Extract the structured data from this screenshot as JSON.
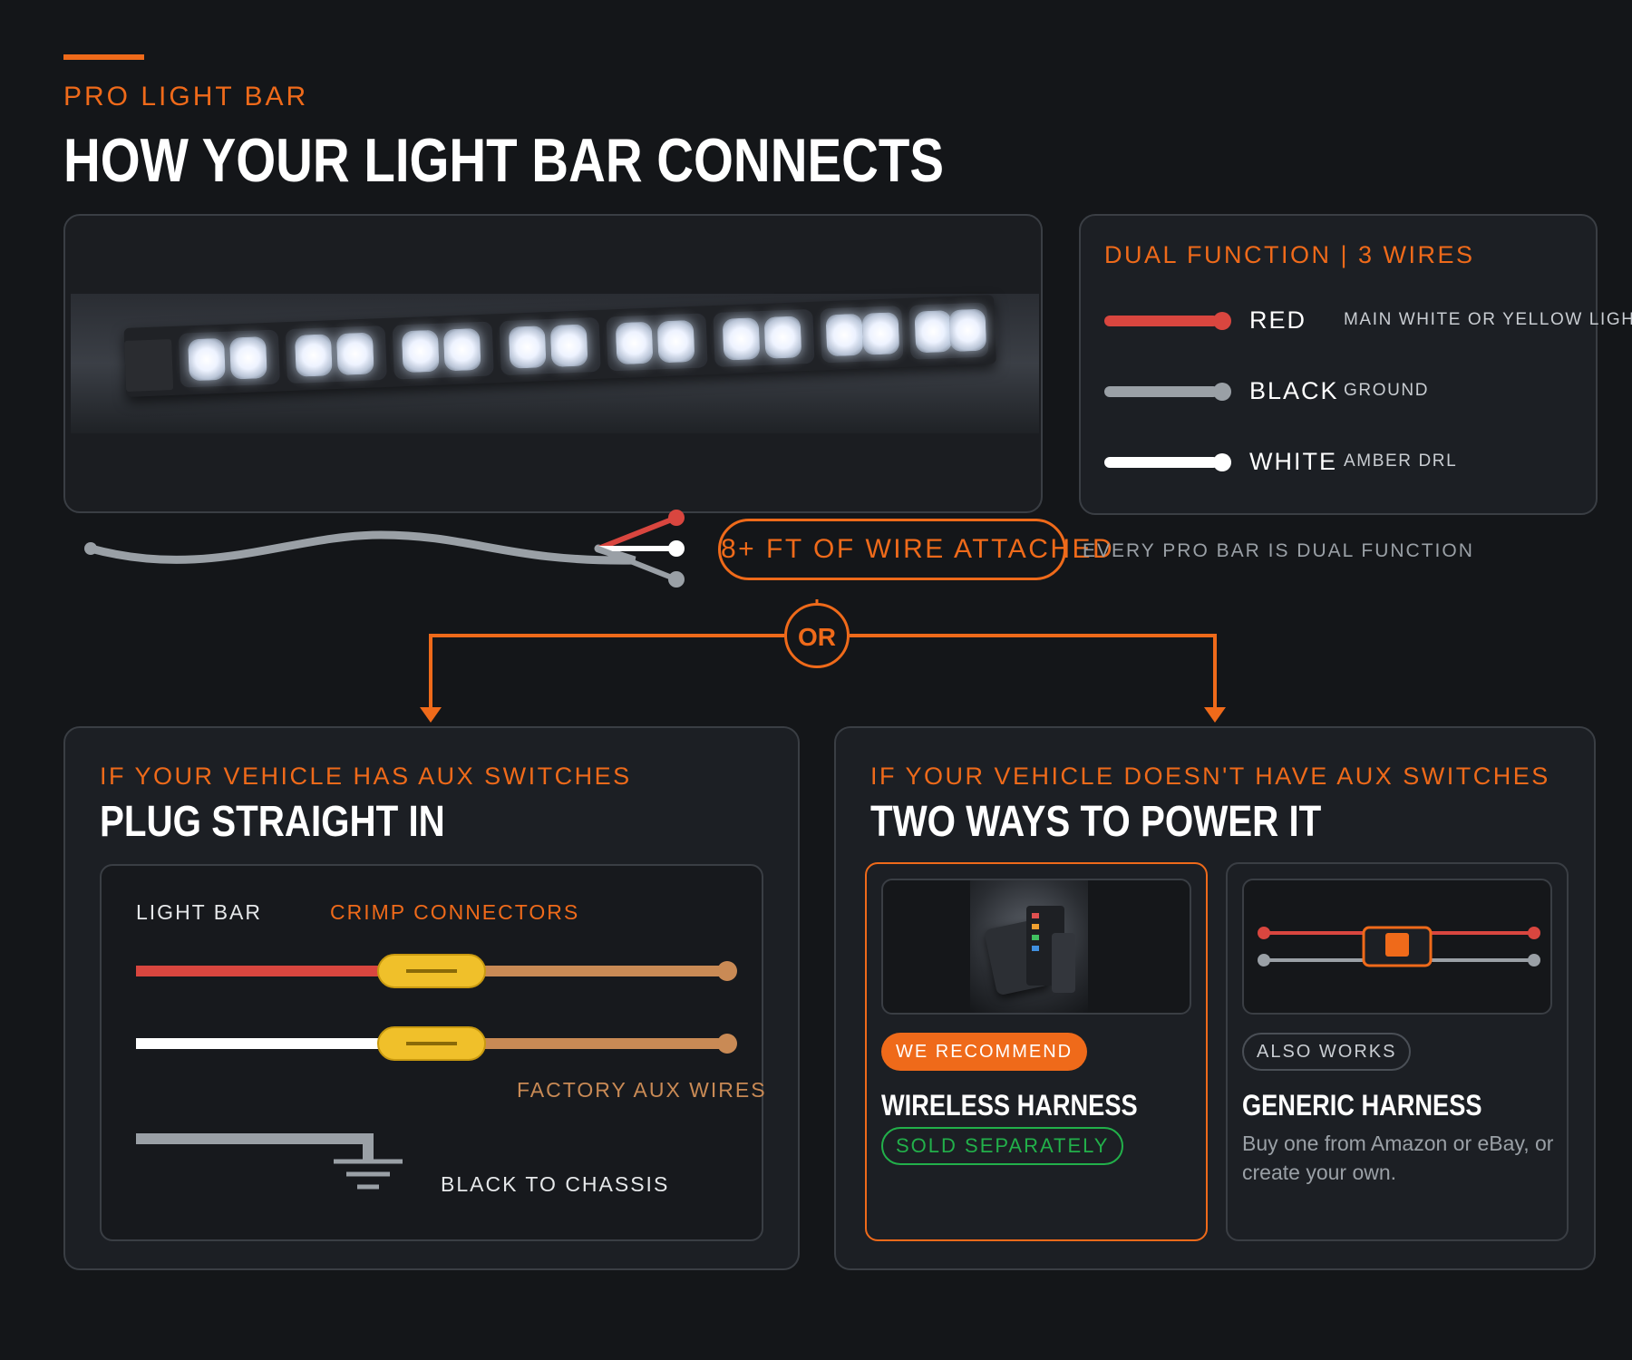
{
  "header": {
    "eyebrow": "PRO LIGHT BAR",
    "title": "HOW YOUR LIGHT BAR CONNECTS"
  },
  "legend": {
    "title": "DUAL FUNCTION  |  3 WIRES",
    "wires": [
      {
        "name": "RED",
        "description": "MAIN WHITE OR YELLOW LIGHT",
        "color": "#d9463f"
      },
      {
        "name": "BLACK",
        "description": "GROUND",
        "color": "#9aa0a6"
      },
      {
        "name": "WHITE",
        "description": "AMBER DRL",
        "color": "#ffffff"
      }
    ]
  },
  "wire_pill": "8+ FT OF WIRE ATTACHED",
  "dual_note": "EVERY PRO BAR IS DUAL FUNCTION",
  "or_label": "OR",
  "left_card": {
    "eyebrow": "IF YOUR VEHICLE HAS AUX SWITCHES",
    "title": "PLUG STRAIGHT IN",
    "label_light_bar": "LIGHT BAR",
    "label_crimp": "CRIMP CONNECTORS",
    "label_factory": "FACTORY AUX WIRES",
    "label_chassis": "BLACK TO CHASSIS"
  },
  "right_card": {
    "eyebrow": "IF YOUR VEHICLE DOESN'T HAVE AUX SWITCHES",
    "title": "TWO WAYS TO POWER IT",
    "option_a": {
      "badge": "WE RECOMMEND",
      "title": "WIRELESS HARNESS",
      "status": "SOLD SEPARATELY"
    },
    "option_b": {
      "badge": "ALSO WORKS",
      "title": "GENERIC HARNESS",
      "description": "Buy one from Amazon or eBay, or create your own."
    }
  },
  "colors": {
    "accent": "#ef6a1a",
    "red_wire": "#d9463f",
    "black_wire": "#9aa0a6",
    "white_wire": "#ffffff",
    "factory_wire": "#c98a55",
    "crimp": "#f0c02a",
    "sold_green": "#22b04a",
    "background": "#141619"
  }
}
